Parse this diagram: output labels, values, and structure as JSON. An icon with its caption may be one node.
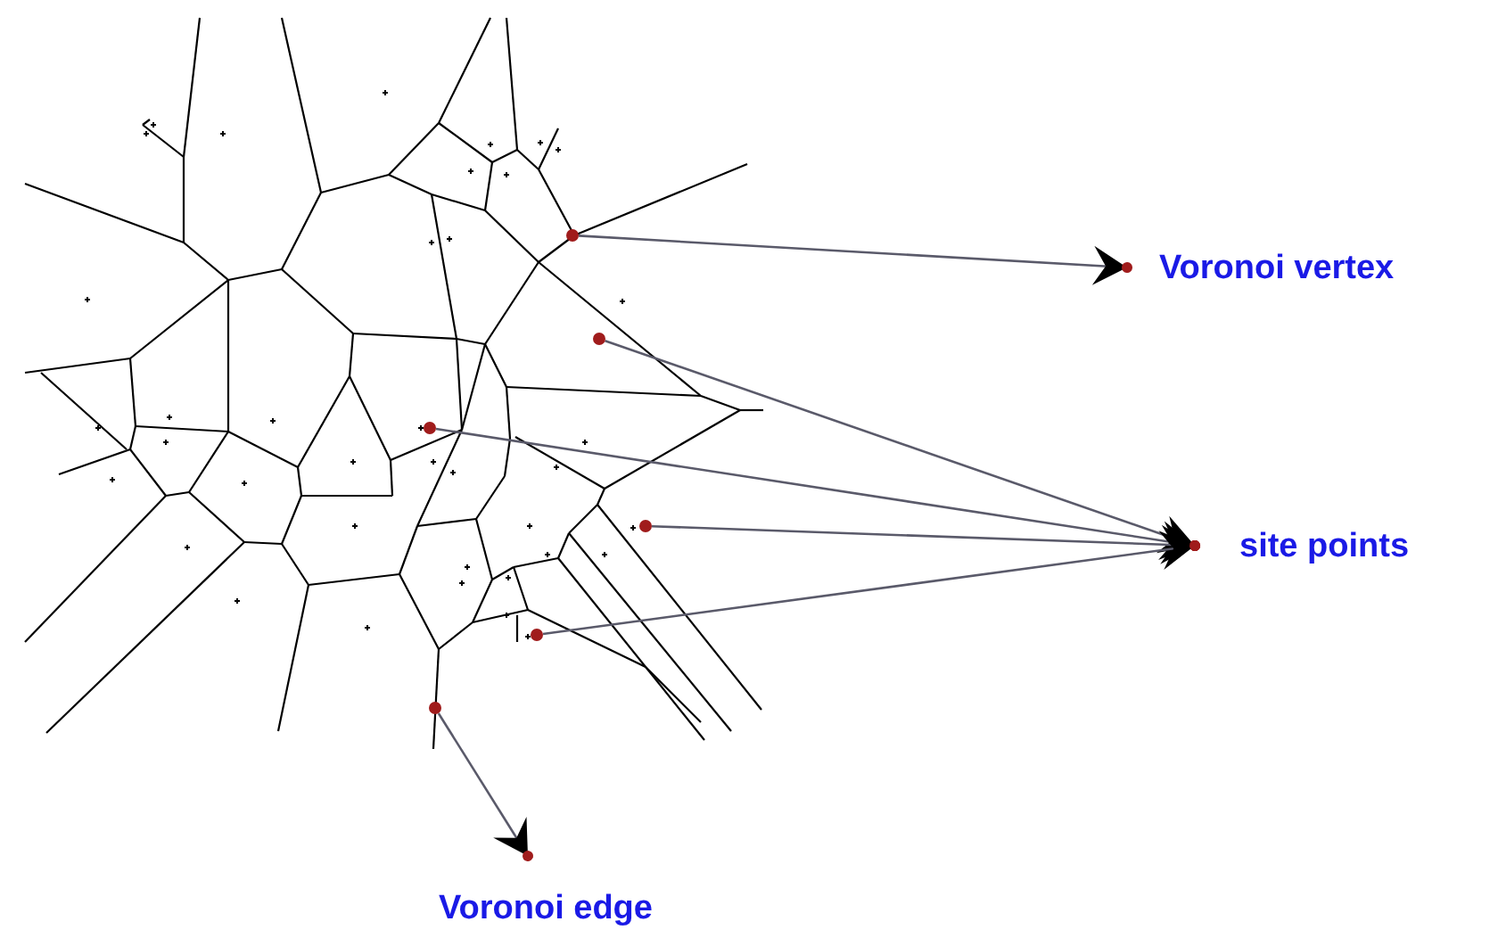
{
  "diagram": {
    "nodes": [
      {
        "text": [
          "Voronoi vertex"
        ]
      },
      {
        "text": [
          "site points"
        ]
      },
      {
        "text": [
          "Voronoi edge"
        ]
      },
      {
        "text": [],
        "shape": "circle"
      },
      {
        "text": [],
        "shape": "circle"
      },
      {
        "text": [],
        "shape": "circle"
      },
      {
        "text": [],
        "shape": "circle"
      },
      {
        "text": [],
        "shape": "circle"
      },
      {
        "text": [],
        "shape": "circle"
      }
    ],
    "edges": [
      {
        "from": 3,
        "to": 0,
        "arrow": "to"
      },
      {
        "from": 4,
        "to": 1,
        "arrow": "to"
      },
      {
        "from": 5,
        "to": 1,
        "arrow": "to"
      },
      {
        "from": 6,
        "to": 1,
        "arrow": "to"
      },
      {
        "from": 7,
        "to": 1,
        "arrow": "to"
      },
      {
        "from": 8,
        "to": 2,
        "arrow": "to"
      }
    ]
  }
}
